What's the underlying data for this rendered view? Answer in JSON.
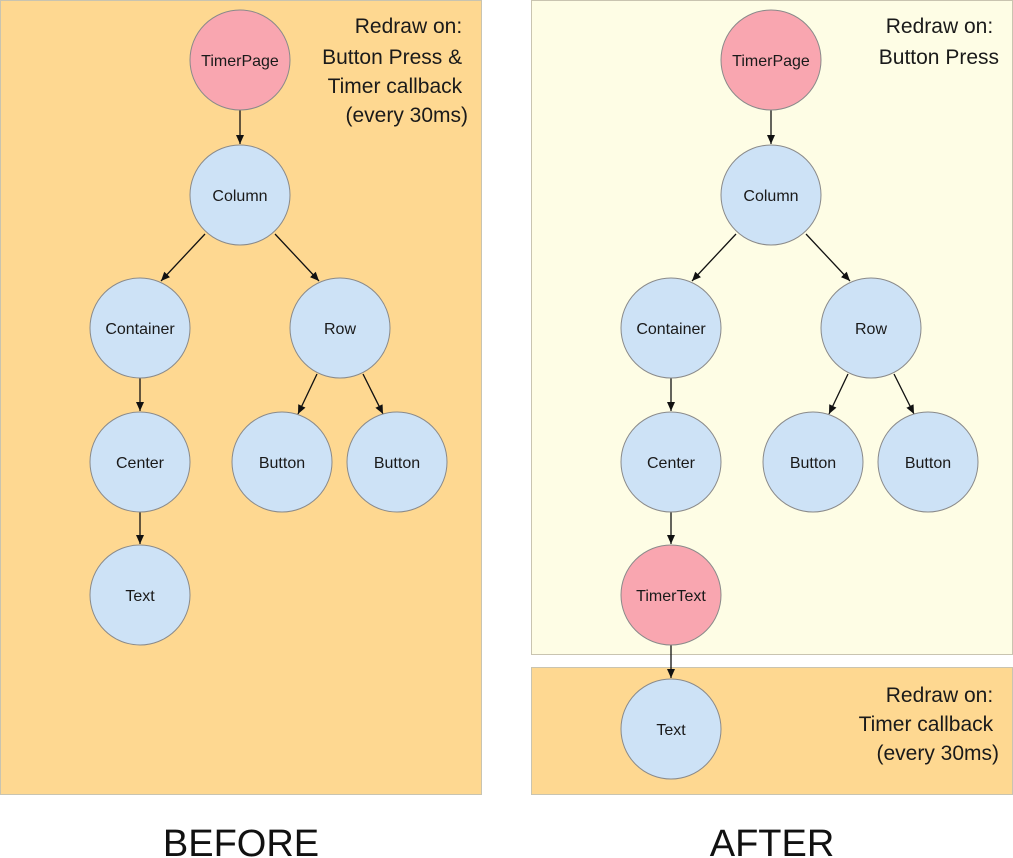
{
  "colors": {
    "orange_panel": "#fed891",
    "cream_panel": "#fefde5",
    "panel_border": "#c9c4b0",
    "blue_node": "#cde2f6",
    "pink_node": "#f9a6b0",
    "node_border": "#8a8a8a",
    "edge": "#111111"
  },
  "before": {
    "caption": "BEFORE",
    "note": [
      "Redraw on:",
      "Button Press &",
      "Timer callback",
      "(every 30ms)"
    ],
    "nodes": {
      "timer_page": "TimerPage",
      "column": "Column",
      "container": "Container",
      "row": "Row",
      "center": "Center",
      "button_left": "Button",
      "button_right": "Button",
      "text": "Text"
    }
  },
  "after": {
    "caption": "AFTER",
    "note_top": [
      "Redraw on:",
      "Button Press"
    ],
    "note_bottom": [
      "Redraw on:",
      "Timer callback",
      "(every 30ms)"
    ],
    "nodes": {
      "timer_page": "TimerPage",
      "column": "Column",
      "container": "Container",
      "row": "Row",
      "center": "Center",
      "button_left": "Button",
      "button_right": "Button",
      "timer_text": "TimerText",
      "text": "Text"
    }
  }
}
